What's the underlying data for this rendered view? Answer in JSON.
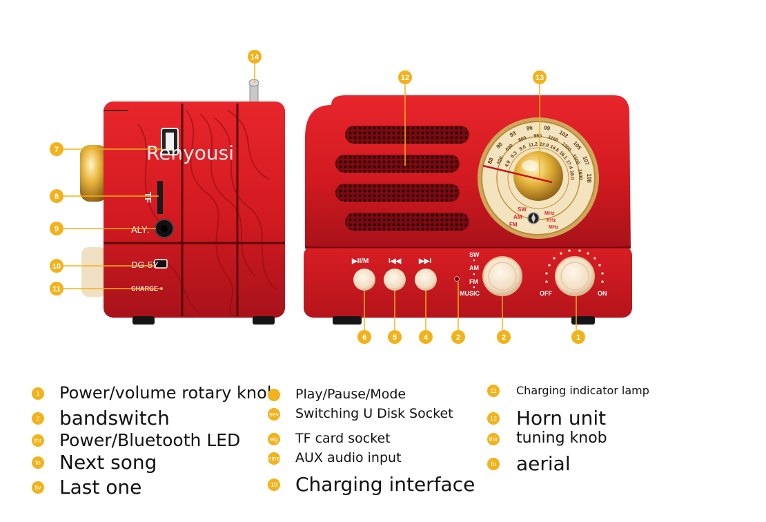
{
  "watermark": "Renyousi",
  "side_view": {
    "labels": {
      "tf": "TF",
      "aux": "ALY:",
      "dc": "DG-5Y",
      "charge": "CHARGE"
    }
  },
  "front_view": {
    "buttons": [
      "▶II/M",
      "I◀◀",
      "▶▶I"
    ],
    "band_labels": [
      "SW",
      "AM",
      "FM",
      "MUSIC"
    ],
    "volume_labels": {
      "off": "OFF",
      "on": "ON"
    },
    "dial": {
      "outer_scale": [
        "88",
        "90",
        "93",
        "96",
        "99",
        "102",
        "105",
        "107",
        "108"
      ],
      "mid_scale": [
        "520",
        "630",
        "800",
        "990",
        "1150",
        "1300",
        "1500",
        "1600"
      ],
      "inner_scale": [
        "4.9",
        "6.3",
        "9.0",
        "11.2",
        "12.8",
        "14.6",
        "16.1",
        "17.4",
        "18.0"
      ],
      "band_left": [
        "SW",
        "AM",
        "FM"
      ],
      "band_right": [
        "MHz",
        "KHz",
        "MHz"
      ]
    }
  },
  "callout_numbers": [
    "1",
    "2",
    "2",
    "4",
    "5",
    "6",
    "7",
    "8",
    "9",
    "10",
    "11",
    "12",
    "13",
    "14"
  ],
  "legend": {
    "columns": [
      [
        {
          "badge": "1",
          "text": "Power/volume rotary knob"
        },
        {
          "badge": "2",
          "text": "bandswitch"
        },
        {
          "badge": "thr",
          "text": "Power/Bluetooth LED"
        },
        {
          "badge": "fo",
          "text": "Next song"
        },
        {
          "badge": "fiv",
          "text": "Last one"
        }
      ],
      [
        {
          "badge": "",
          "text": "Play/Pause/Mode"
        },
        {
          "badge": "sev",
          "text": "Switching U Disk Socket"
        },
        {
          "badge": "eig",
          "text": "TF card socket"
        },
        {
          "badge": "nine",
          "text": "AUX audio input"
        },
        {
          "badge": "10",
          "text": "Charging interface"
        }
      ],
      [
        {
          "badge": "11",
          "text": "Charging indicator lamp"
        },
        {
          "badge": "12",
          "text": "Horn unit"
        },
        {
          "badge": "thir",
          "text": "tuning knob"
        },
        {
          "badge": "fo",
          "text": "aerial"
        }
      ]
    ]
  },
  "colors": {
    "accent": "#f2b21b",
    "body_red": "#d41820",
    "body_dark_red": "#8e0c12",
    "dial_gold": "#e9c06b",
    "dial_cream": "#f3e3bf",
    "knob_cream": "#f4e2c8"
  }
}
